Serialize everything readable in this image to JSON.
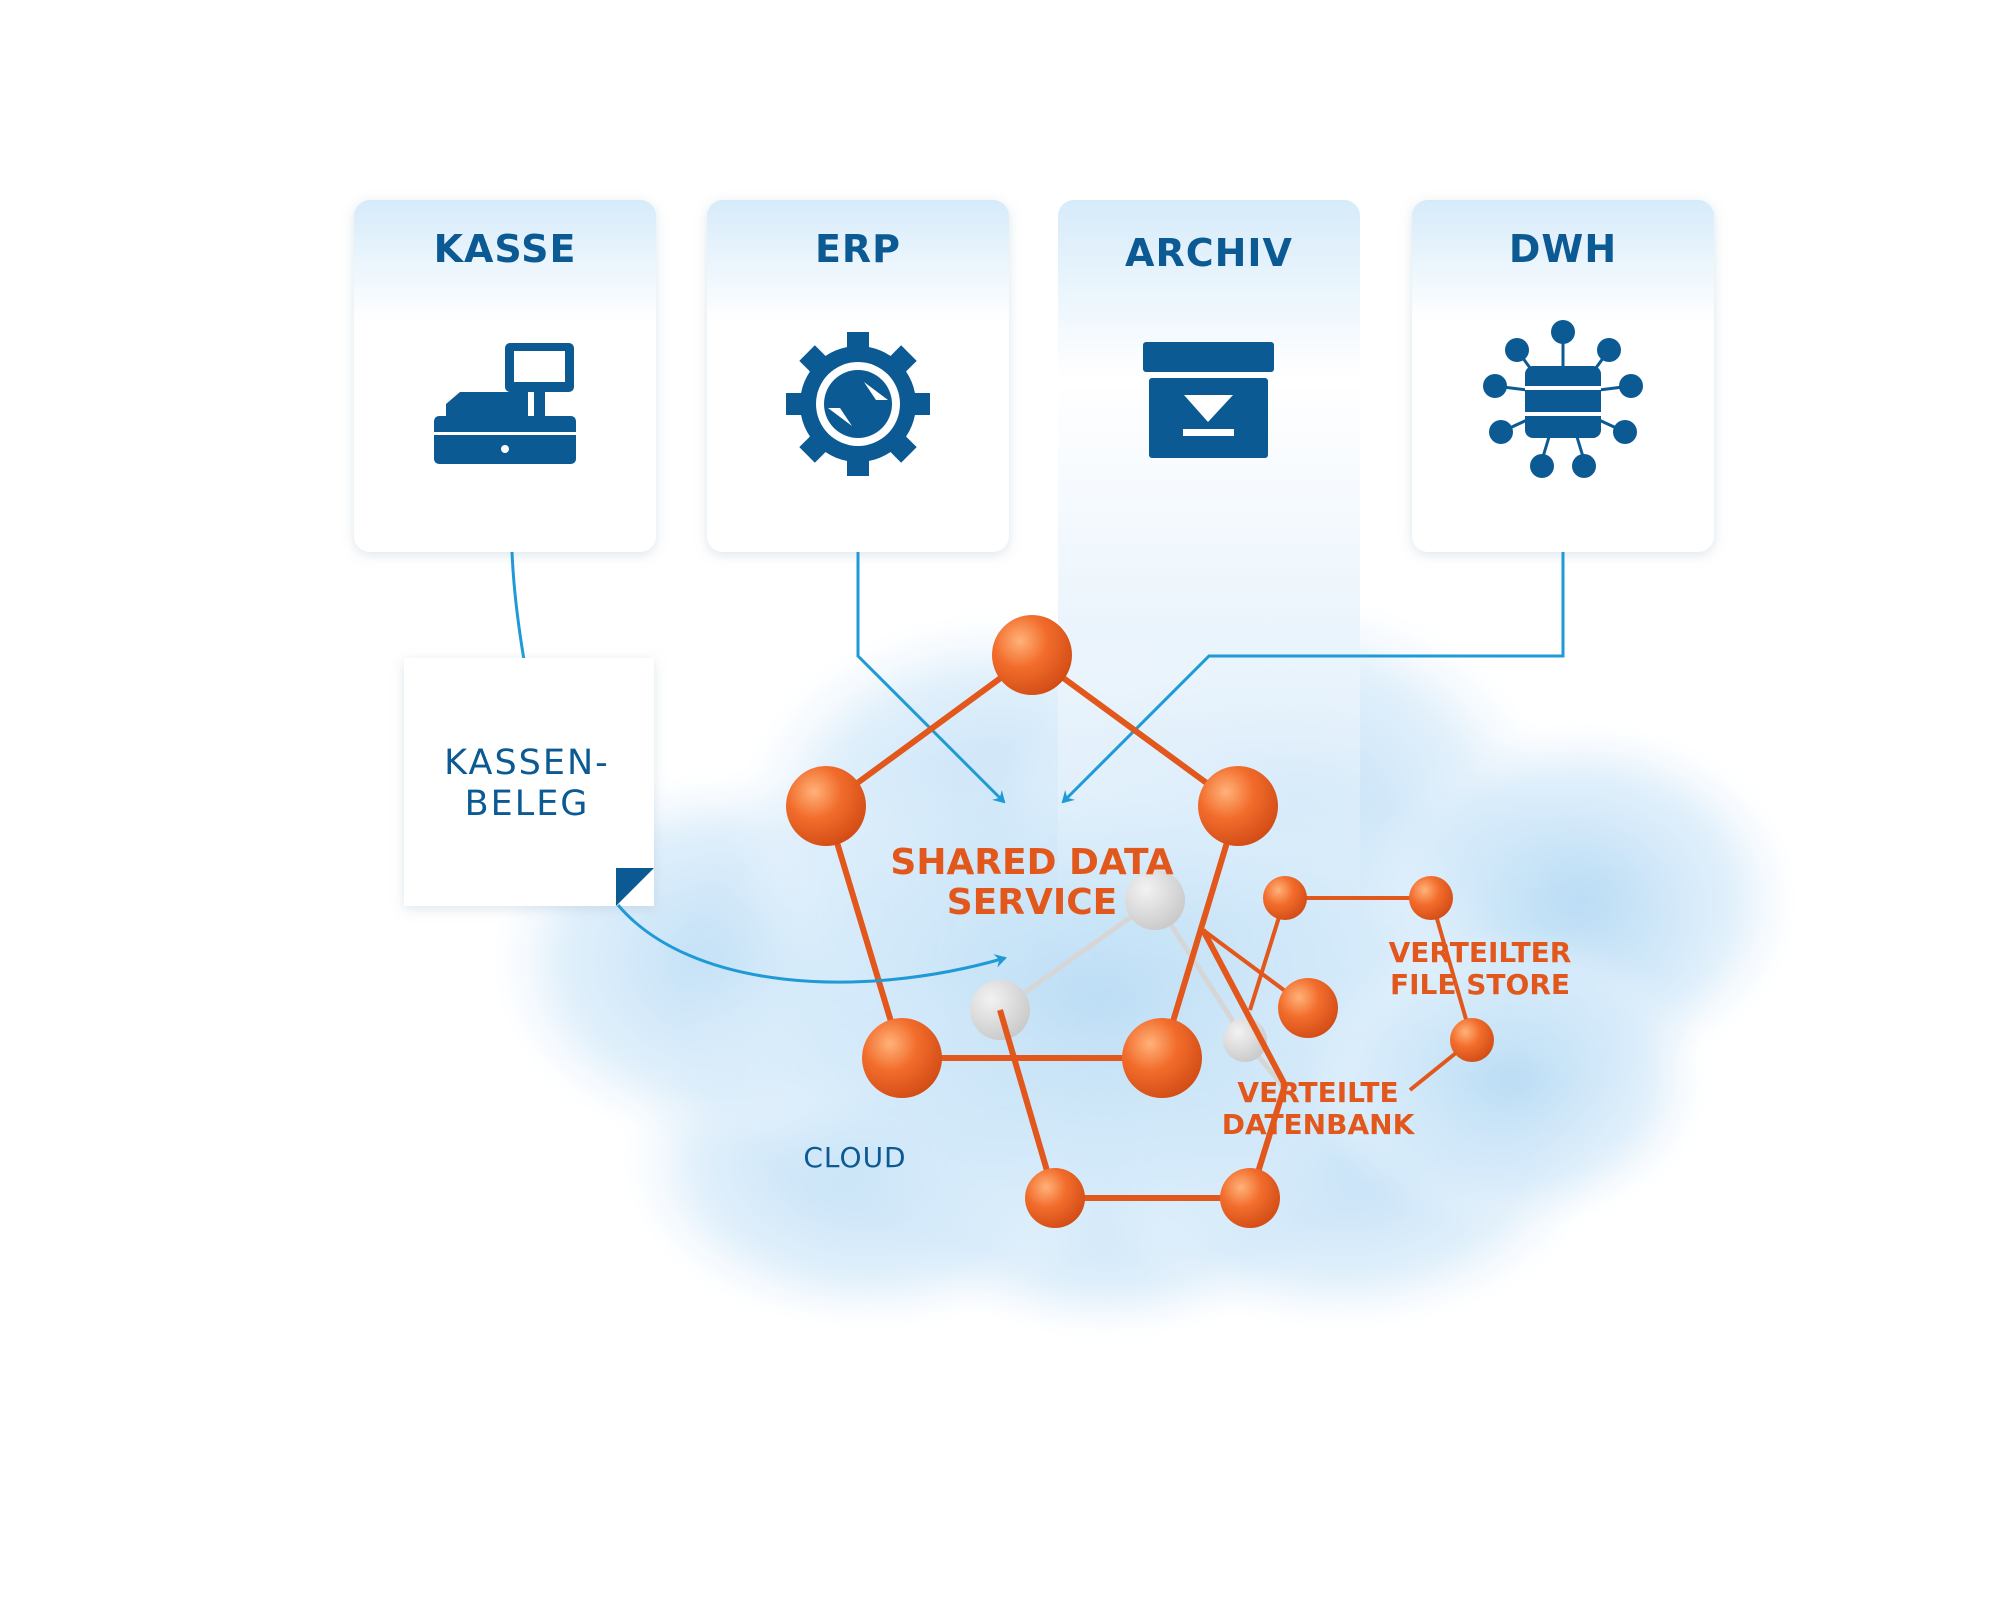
{
  "cards": [
    {
      "title": "KASSE",
      "icon": "cash-register-icon"
    },
    {
      "title": "ERP",
      "icon": "gear-exchange-icon"
    },
    {
      "title": "ARCHIV",
      "icon": "archive-box-icon"
    },
    {
      "title": "DWH",
      "icon": "data-warehouse-icon"
    }
  ],
  "beleg": {
    "line1": "KASSEN-",
    "line2": "BELEG"
  },
  "shared": {
    "line1": "SHARED DATA",
    "line2": "SERVICE"
  },
  "filestore": {
    "line1": "VERTEILTER",
    "line2": "FILE STORE"
  },
  "datenbank": {
    "line1": "VERTEILTE",
    "line2": "DATENBANK"
  },
  "cloud_label": "CLOUD",
  "colors": {
    "primary_blue": "#0c5a93",
    "arrow_blue": "#1f9ad6",
    "orange": "#e2571b",
    "node_orange": "#ee6a2a",
    "cloud_blue": "#bfe0f7",
    "grey_node": "#d6d6d6"
  }
}
